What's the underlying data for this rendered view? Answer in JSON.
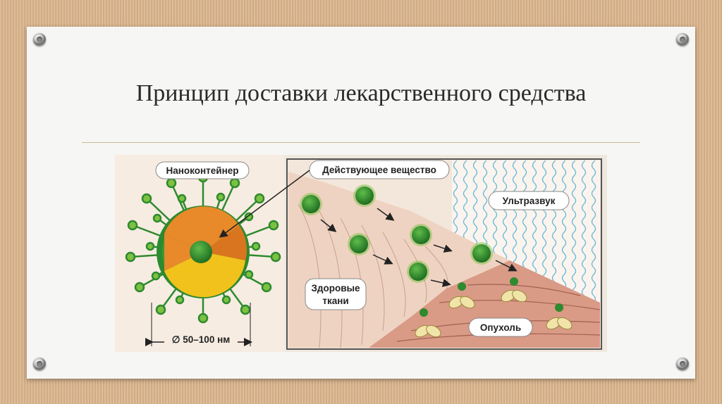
{
  "slide": {
    "title": "Принцип доставки лекарственного средства"
  },
  "figure": {
    "labels": {
      "nanocontainer": "Наноконтейнер",
      "active_substance": "Действующее вещество",
      "ultrasound": "Ультразвук",
      "healthy_tissue_line1": "Здоровые",
      "healthy_tissue_line2": "ткани",
      "tumor": "Опухоль",
      "size": "∅ 50–100 нм"
    }
  },
  "colors": {
    "background_wood": "#d9b48c",
    "slide": "#f6f6f4",
    "capsule_green": "#2e8a2e",
    "capsule_orange": "#e8892a",
    "capsule_yellow": "#f2c21c",
    "spike_green": "#7dc142",
    "healthy_tissue": "#efd3c2",
    "tumor_tissue": "#d99a86",
    "ultrasound_wave": "#6fbcd8"
  }
}
